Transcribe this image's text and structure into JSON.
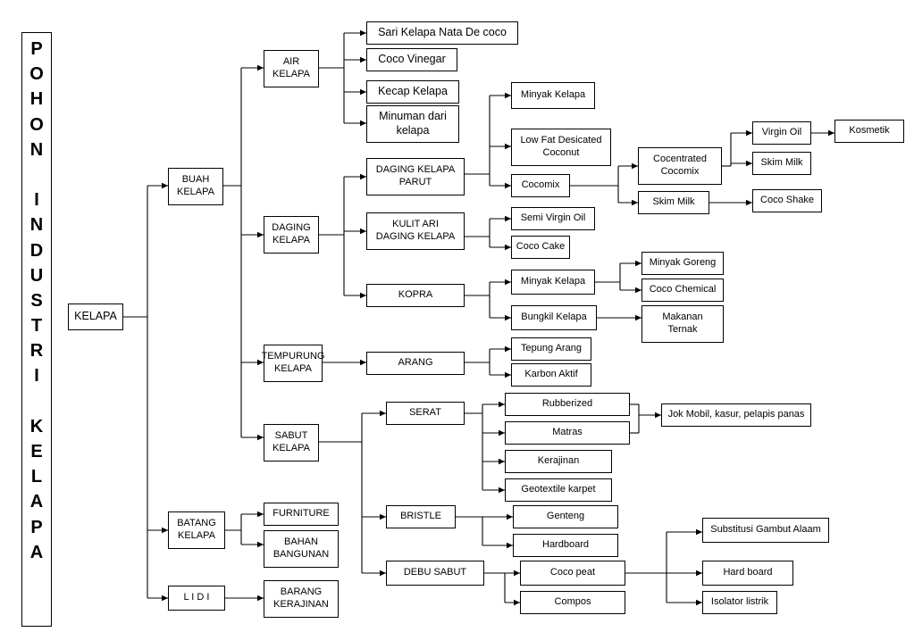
{
  "title_letters": [
    "P",
    "O",
    "H",
    "O",
    "N",
    " ",
    "I",
    "N",
    "D",
    "U",
    "S",
    "T",
    "R",
    "I",
    " ",
    "K",
    "E",
    "L",
    "A",
    "P",
    "A"
  ],
  "nodes": {
    "kelapa": "KELAPA",
    "buah_kelapa": "BUAH\nKELAPA",
    "batang_kelapa": "BATANG\nKELAPA",
    "lidi": "L I D I",
    "air_kelapa": "AIR\nKELAPA",
    "daging_kelapa": "DAGING\nKELAPA",
    "tempurung_kelapa": "TEMPURUNG\nKELAPA",
    "sabut_kelapa": "SABUT\nKELAPA",
    "furniture": "FURNITURE",
    "bahan_bangunan": "BAHAN\nBANGUNAN",
    "barang_kerajinan": "BARANG\nKERAJINAN",
    "sari_kelapa": "Sari Kelapa Nata De coco",
    "coco_vinegar": "Coco Vinegar",
    "kecap_kelapa": "Kecap Kelapa",
    "minuman_kelapa": "Minuman dari\nkelapa",
    "daging_kelapa_parut": "DAGING KELAPA\nPARUT",
    "kulit_ari": "KULIT ARI\nDAGING KELAPA",
    "kopra": "KOPRA",
    "arang": "ARANG",
    "serat": "SERAT",
    "bristle": "BRISTLE",
    "debu_sabut": "DEBU SABUT",
    "minyak_kelapa_1": "Minyak Kelapa",
    "low_fat": "Low Fat Desicated\nCoconut",
    "cocomix": "Cocomix",
    "semi_virgin_oil": "Semi Virgin Oil",
    "coco_cake": "Coco Cake",
    "minyak_kelapa_2": "Minyak Kelapa",
    "bungkil_kelapa": "Bungkil Kelapa",
    "tepung_arang": "Tepung Arang",
    "karbon_aktif": "Karbon Aktif",
    "rubberized": "Rubberized",
    "matras": "Matras",
    "kerajinan": "Kerajinan",
    "geotextile": "Geotextile karpet",
    "genteng": "Genteng",
    "hardboard": "Hardboard",
    "coco_peat": "Coco peat",
    "compos": "Compos",
    "cocentrated_cocomix": "Cocentrated\nCocomix",
    "skim_milk_2": "Skim Milk",
    "virgin_oil": "Virgin Oil",
    "skim_milk_1": "Skim Milk",
    "kosmetik": "Kosmetik",
    "coco_shake": "Coco Shake",
    "minyak_goreng": "Minyak Goreng",
    "coco_chemical": "Coco Chemical",
    "makanan_ternak": "Makanan\nTernak",
    "jok_mobil": "Jok Mobil, kasur, pelapis panas",
    "substitusi": "Substitusi Gambut Alaam",
    "hard_board": "Hard board",
    "isolator": "Isolator listrik"
  }
}
